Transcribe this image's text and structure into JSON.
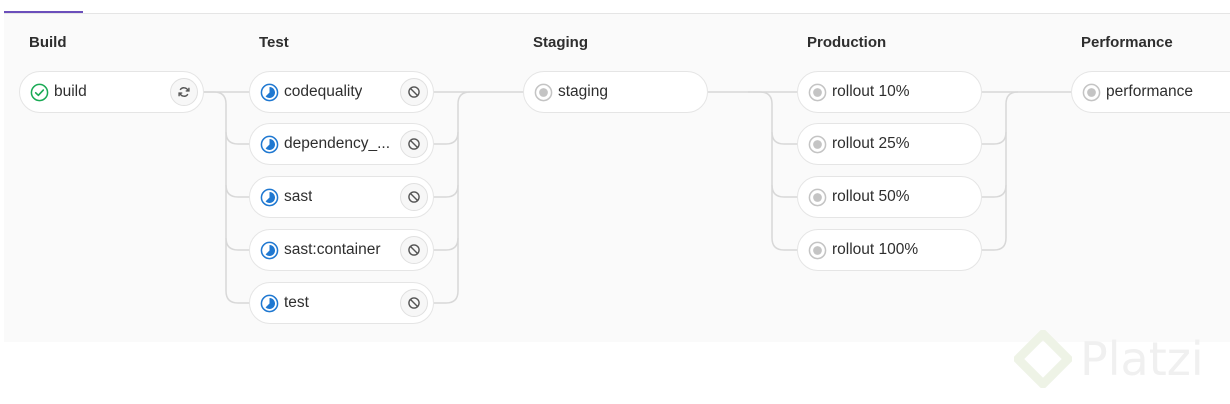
{
  "stages": {
    "build": {
      "title": "Build",
      "jobs": [
        {
          "name": "build",
          "status": "success",
          "action": "retry-icon"
        }
      ]
    },
    "test": {
      "title": "Test",
      "jobs": [
        {
          "name": "codequality",
          "status": "canceled",
          "action": "cancel-icon"
        },
        {
          "name": "dependency_...",
          "status": "canceled",
          "action": "cancel-icon"
        },
        {
          "name": "sast",
          "status": "canceled",
          "action": "cancel-icon"
        },
        {
          "name": "sast:container",
          "status": "canceled",
          "action": "cancel-icon"
        },
        {
          "name": "test",
          "status": "canceled",
          "action": "cancel-icon"
        }
      ]
    },
    "staging": {
      "title": "Staging",
      "jobs": [
        {
          "name": "staging",
          "status": "created"
        }
      ]
    },
    "production": {
      "title": "Production",
      "jobs": [
        {
          "name": "rollout 10%",
          "status": "created"
        },
        {
          "name": "rollout 25%",
          "status": "created"
        },
        {
          "name": "rollout 50%",
          "status": "created"
        },
        {
          "name": "rollout 100%",
          "status": "created"
        }
      ]
    },
    "performance": {
      "title": "Performance",
      "jobs": [
        {
          "name": "performance",
          "status": "created"
        }
      ]
    }
  },
  "colors": {
    "success": "#1aaa55",
    "canceled": "#1f78d1",
    "created": "#b5b5b5",
    "connector": "#d8d8d8"
  },
  "watermark": {
    "text": "Platzi"
  }
}
